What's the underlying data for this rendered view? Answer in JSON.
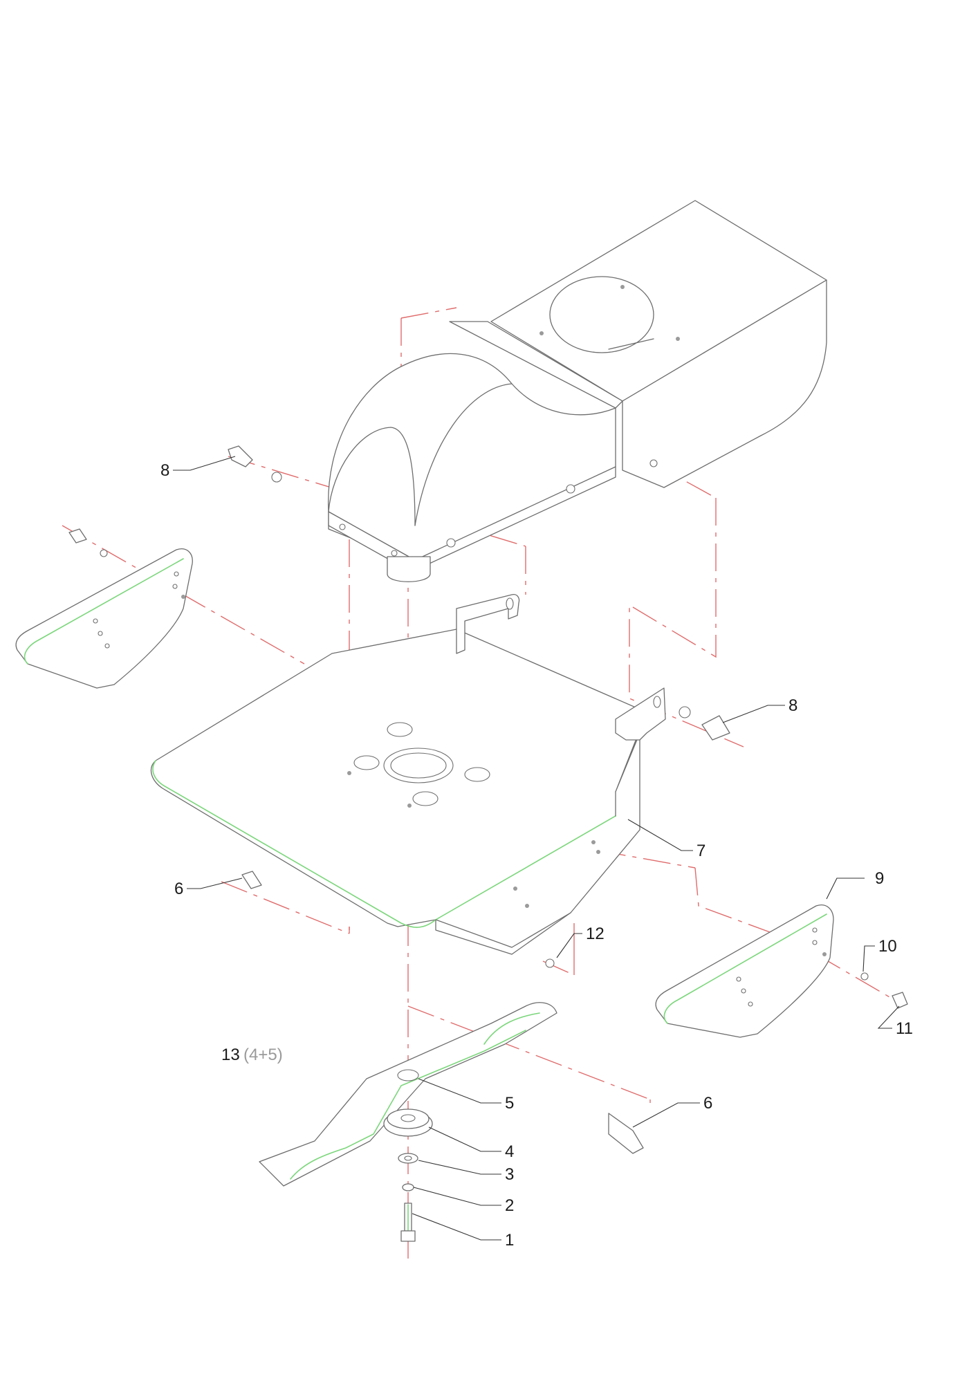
{
  "callouts": {
    "c1": "1",
    "c2": "2",
    "c3": "3",
    "c4": "4",
    "c5": "5",
    "c6a": "6",
    "c6b": "6",
    "c7": "7",
    "c8a": "8",
    "c8b": "8",
    "c9": "9",
    "c10": "10",
    "c11": "11",
    "c12": "12",
    "c13": "13",
    "c13_sub": "(4+5)"
  },
  "colors": {
    "outline": "#6d6d6d",
    "axis_line": "#e06b6b",
    "highlight_edge": "#7bd67b",
    "label": "#1a1a1a"
  }
}
